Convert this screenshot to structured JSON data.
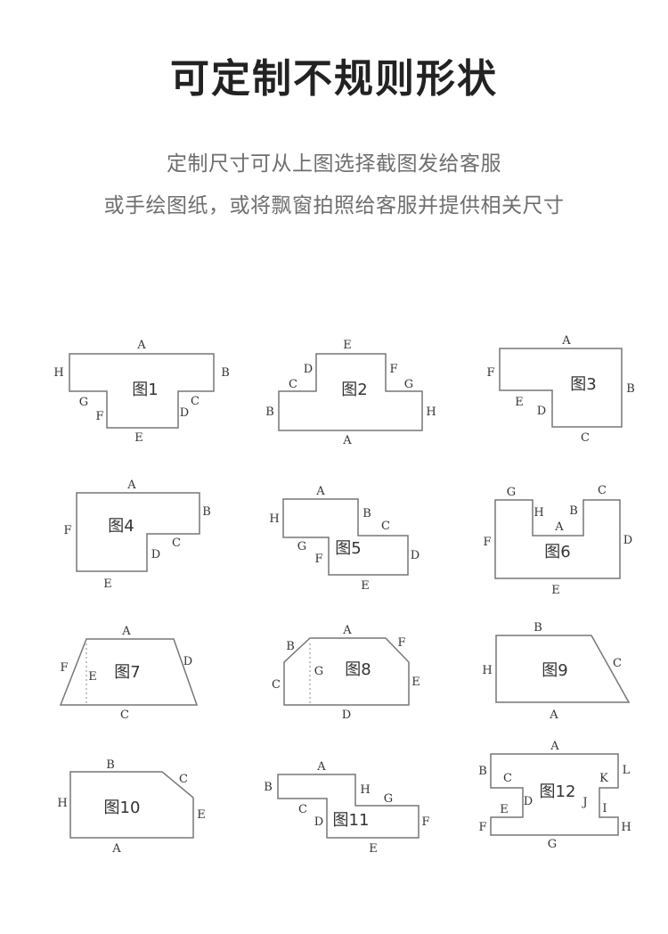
{
  "title": "可定制不规则形状",
  "subtitle_lines": [
    "定制尺寸可从上图选择截图发给客服",
    "或手绘图纸，或将飘窗拍照给客服并提供相关尺寸"
  ],
  "figures": [
    {
      "name": "图1",
      "labels": [
        "A",
        "H",
        "B",
        "G",
        "C",
        "F",
        "D",
        "E"
      ]
    },
    {
      "name": "图2",
      "labels": [
        "E",
        "D",
        "F",
        "C",
        "G",
        "B",
        "H",
        "A"
      ]
    },
    {
      "name": "图3",
      "labels": [
        "A",
        "F",
        "B",
        "E",
        "D",
        "C"
      ]
    },
    {
      "name": "图4",
      "labels": [
        "A",
        "B",
        "F",
        "C",
        "D",
        "E"
      ]
    },
    {
      "name": "图5",
      "labels": [
        "A",
        "H",
        "B",
        "C",
        "G",
        "F",
        "D",
        "E"
      ]
    },
    {
      "name": "图6",
      "labels": [
        "G",
        "C",
        "H",
        "A",
        "B",
        "F",
        "D",
        "E"
      ]
    },
    {
      "name": "图7",
      "labels": [
        "A",
        "F",
        "E",
        "D",
        "C"
      ]
    },
    {
      "name": "图8",
      "labels": [
        "A",
        "B",
        "F",
        "G",
        "C",
        "E",
        "D"
      ]
    },
    {
      "name": "图9",
      "labels": [
        "B",
        "H",
        "C",
        "A"
      ]
    },
    {
      "name": "图10",
      "labels": [
        "B",
        "C",
        "H",
        "E",
        "A"
      ]
    },
    {
      "name": "图11",
      "labels": [
        "A",
        "B",
        "H",
        "G",
        "C",
        "D",
        "F",
        "E"
      ]
    },
    {
      "name": "图12",
      "labels": [
        "A",
        "B",
        "L",
        "C",
        "K",
        "D",
        "J",
        "E",
        "I",
        "F",
        "H",
        "G"
      ]
    }
  ]
}
